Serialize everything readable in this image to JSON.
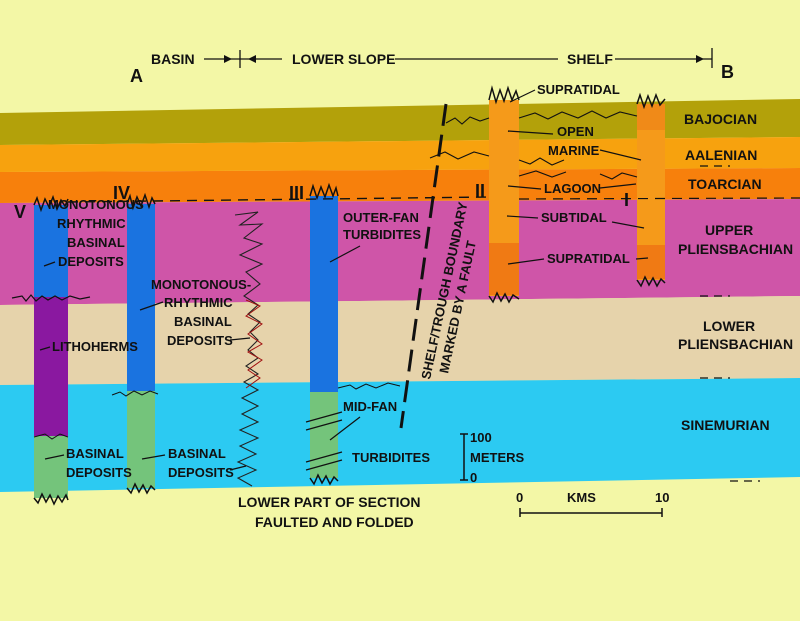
{
  "header": {
    "end_left": "A",
    "end_right": "B",
    "zones": [
      "BASIN",
      "LOWER SLOPE",
      "SHELF"
    ]
  },
  "stages": [
    "BAJOCIAN",
    "AALENIAN",
    "TOARCIAN",
    "UPPER PLIENSBACHIAN",
    "LOWER PLIENSBACHIAN",
    "SINEMURIAN"
  ],
  "stage_lines": {
    "upper_pliensbachian": [
      "UPPER",
      "PLIENSBACHIAN"
    ],
    "lower_pliensbachian": [
      "LOWER",
      "PLIENSBACHIAN"
    ]
  },
  "sections": [
    "V",
    "IV",
    "III",
    "II",
    "I"
  ],
  "facies": {
    "supratidal": "SUPRATIDAL",
    "open_marine": [
      "OPEN",
      "MARINE"
    ],
    "lagoon": "LAGOON",
    "subtidal": "SUBTIDAL",
    "outer_fan": [
      "OUTER-FAN",
      "TURBIDITES"
    ],
    "mid_fan": "MID-FAN",
    "turbidites": "TURBIDITES",
    "monotonous_v": [
      "MONOTONOUS",
      "RHYTHMIC",
      "BASINAL",
      "DEPOSITS"
    ],
    "monotonous_iv": [
      "MONOTONOUS-",
      "RHYTHMIC",
      "BASINAL",
      "DEPOSITS"
    ],
    "lithoherms": "LITHOHERMS",
    "basinal_v": [
      "BASINAL",
      "DEPOSITS"
    ],
    "basinal_iv": [
      "BASINAL",
      "DEPOSITS"
    ]
  },
  "boundary_label": [
    "SHELF/TROUGH BOUNDARY",
    "MARKED BY A FAULT"
  ],
  "lower_note": [
    "LOWER PART OF SECTION",
    "FAULTED AND FOLDED"
  ],
  "vertical_scale": [
    "100",
    "METERS",
    "0"
  ],
  "horizontal_scale": {
    "start": "0",
    "unit": "KMS",
    "end": "10"
  },
  "colors": {
    "background": "#f3f7a6",
    "bajocian": "#b3a10a",
    "aalenian": "#f7a20e",
    "toarcian": "#f7800c",
    "upper_pliensbachian": "#cf55a8",
    "lower_pliensbachian": "#e6d3ab",
    "sinemurian": "#2ccaf2",
    "basinal_blue": "#1a73e0",
    "lithoherm_purple": "#8a18a0",
    "basinal_green": "#74c47b",
    "shelf_orange": "#f59a1a"
  }
}
